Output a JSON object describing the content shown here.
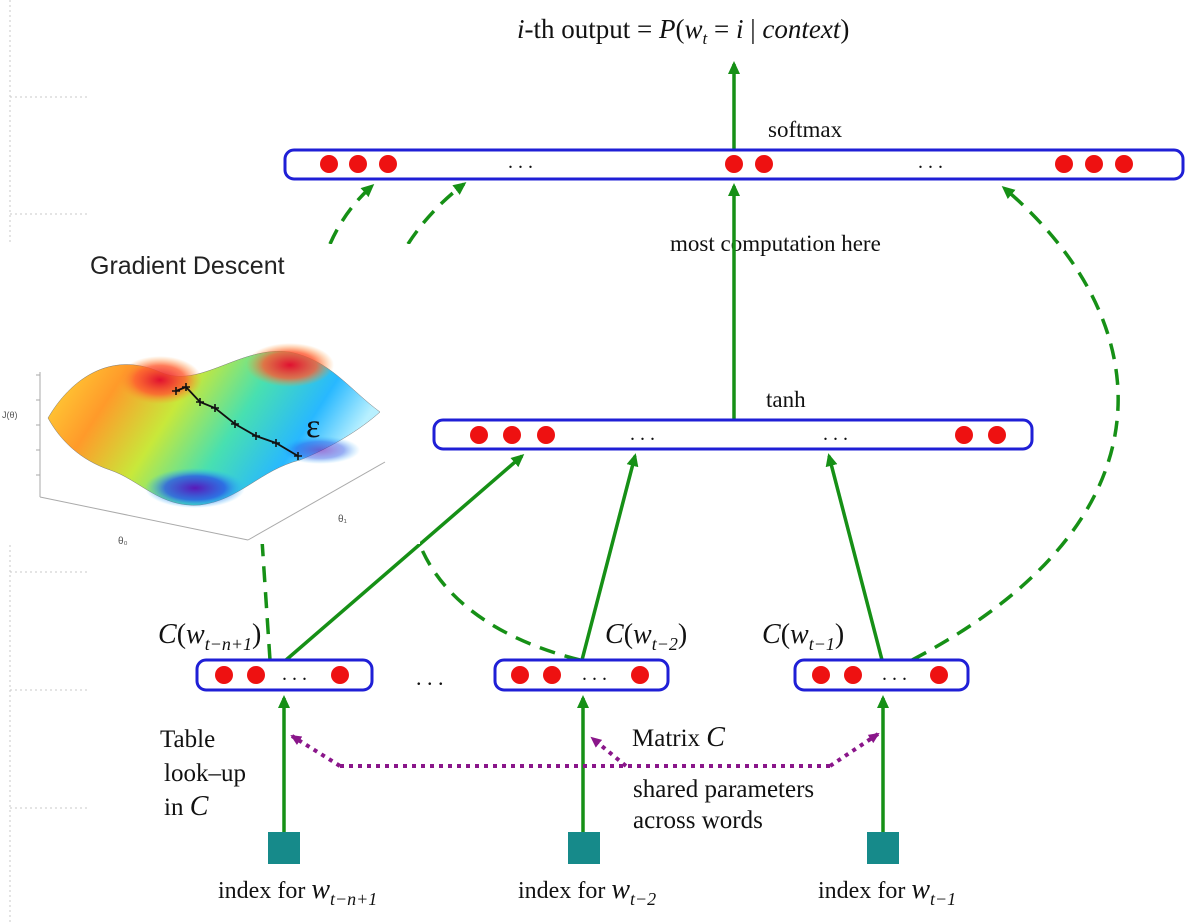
{
  "title": {
    "prefix_italic": "i",
    "prefix_rest": "-th output = ",
    "formula_P": "P",
    "formula_open": "(",
    "formula_w": "w",
    "formula_w_sub": "t",
    "formula_eq": " = ",
    "formula_i": "i",
    "formula_bar": " | ",
    "formula_context": "context",
    "formula_close": ")"
  },
  "labels": {
    "softmax": "softmax",
    "most_computation": "most  computation here",
    "tanh": "tanh",
    "gradient_descent": "Gradient Descent",
    "epsilon": "ε",
    "matrix_c_prefix": "Matrix ",
    "matrix_c_symbol": "C",
    "shared_line1": "shared parameters",
    "shared_line2": "across words",
    "table_line1": "Table",
    "table_line2": "look–up",
    "table_line3_prefix": "in ",
    "table_line3_symbol": "C",
    "ellipsis": ". . .",
    "between_vectors_ellipsis": ". . ."
  },
  "embeddings": [
    {
      "C": "C",
      "open": "(",
      "w": "w",
      "sub": "t−n+1",
      "close": ")"
    },
    {
      "C": "C",
      "open": "(",
      "w": "w",
      "sub": "t−2",
      "close": ")"
    },
    {
      "C": "C",
      "open": "(",
      "w": "w",
      "sub": "t−1",
      "close": ")"
    }
  ],
  "indices": [
    {
      "text": "index for ",
      "w": "w",
      "sub": "t−n+1"
    },
    {
      "text": "index for ",
      "w": "w",
      "sub": "t−2"
    },
    {
      "text": "index for ",
      "w": "w",
      "sub": "t−1"
    }
  ],
  "surface_plot": {
    "z_label": "J(θ)",
    "x_label": "θ₀",
    "y_label": "θ₁"
  },
  "colors": {
    "layer_border": "#1f1fd6",
    "neuron": "#ee1111",
    "arrow": "#169016",
    "dashed_arrow": "#169016",
    "shared_dotted": "#8a168a",
    "input_square": "#168a8a"
  }
}
